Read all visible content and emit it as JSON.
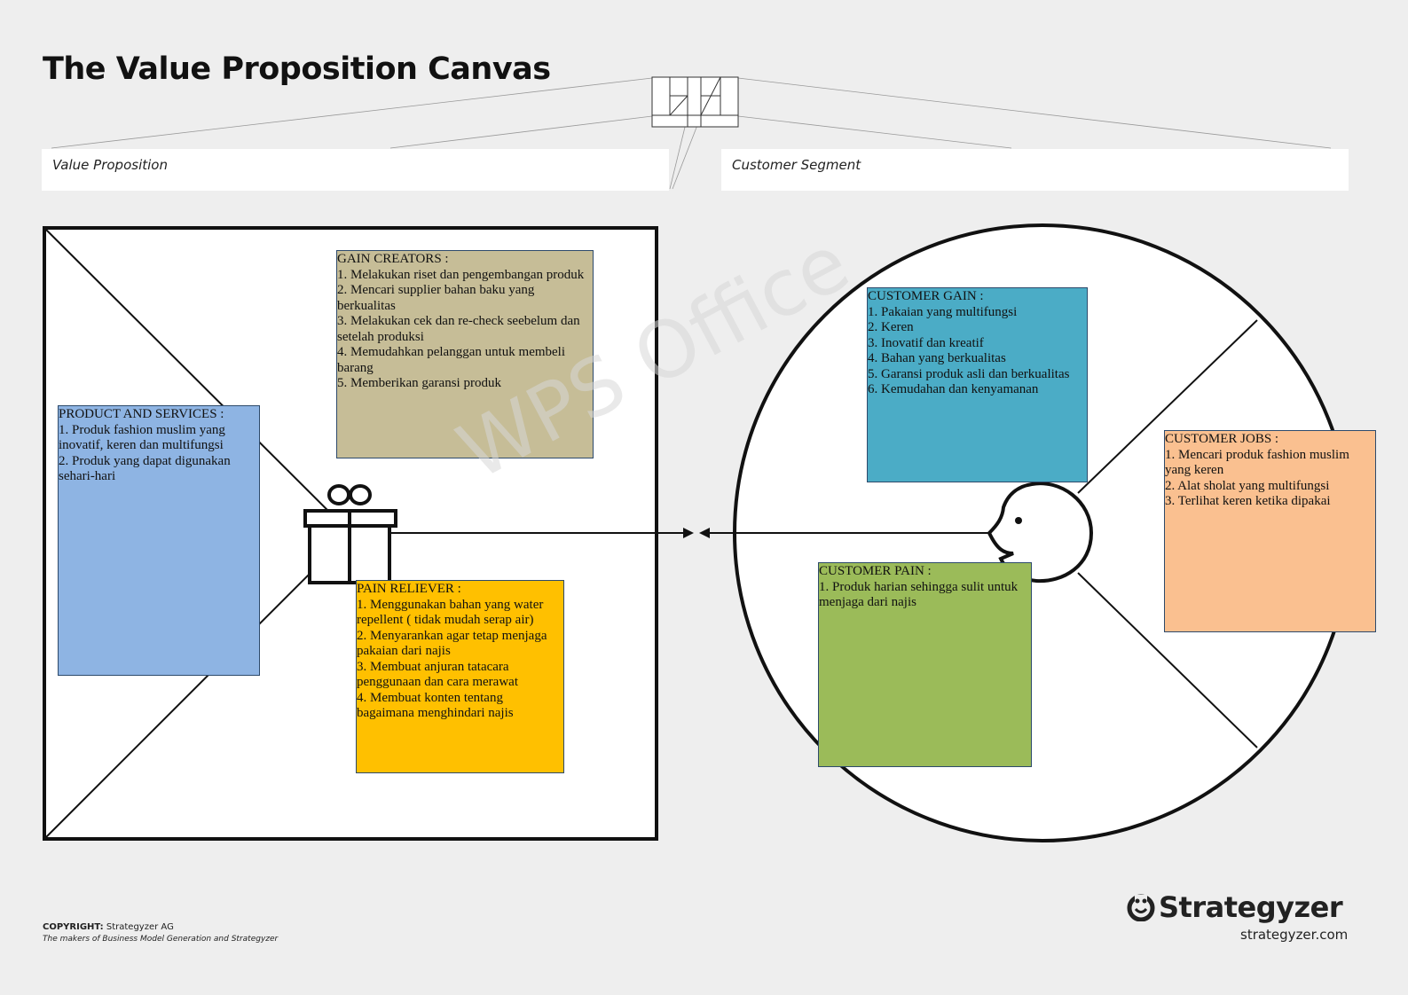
{
  "title": "The Value Proposition Canvas",
  "segments": {
    "value_proposition": "Value Proposition",
    "customer_segment": "Customer Segment"
  },
  "notes": {
    "gain_creators": {
      "heading": "GAIN CREATORS :",
      "items": [
        "1. Melakukan riset dan pengembangan produk",
        "2. Mencari supplier bahan baku yang berkualitas",
        "3. Melakukan cek dan re-check seebelum dan setelah produksi",
        "4. Memudahkan pelanggan untuk membeli barang",
        "5. Memberikan garansi produk"
      ]
    },
    "products_services": {
      "heading": "PRODUCT AND SERVICES :",
      "items": [
        "1. Produk fashion muslim yang inovatif, keren dan multifungsi",
        "2. Produk yang dapat digunakan sehari-hari"
      ]
    },
    "pain_relievers": {
      "heading": "PAIN RELIEVER :",
      "items": [
        "1. Menggunakan bahan yang water repellent ( tidak mudah serap air)",
        "2. Menyarankan agar tetap menjaga pakaian dari najis",
        "3. Membuat anjuran tatacara penggunaan dan cara merawat",
        "4. Membuat konten tentang bagaimana menghindari najis"
      ]
    },
    "customer_gain": {
      "heading": "CUSTOMER GAIN :",
      "items": [
        "1. Pakaian yang multifungsi",
        "2. Keren",
        "3. Inovatif dan kreatif",
        "4. Bahan yang berkualitas",
        "5. Garansi produk asli dan berkualitas",
        "6. Kemudahan dan kenyamanan"
      ]
    },
    "customer_pain": {
      "heading": "CUSTOMER PAIN :",
      "items": [
        "1. Produk harian sehingga sulit untuk menjaga dari najis"
      ]
    },
    "customer_jobs": {
      "heading": "CUSTOMER JOBS :",
      "items": [
        "1. Mencari produk fashion muslim yang keren",
        "2. Alat sholat yang multifungsi",
        "3. Terlihat keren ketika dipakai"
      ]
    }
  },
  "watermark": "WPS Office",
  "footer": {
    "copyright_label": "COPYRIGHT:",
    "copyright_holder": "Strategyzer AG",
    "tagline": "The makers of Business Model Generation and Strategyzer",
    "brand": "Strategyzer",
    "url": "strategyzer.com"
  },
  "icons": {
    "value_map": "gift-icon",
    "customer_profile": "customer-face-icon",
    "brand_logo": "strategyzer-logo-icon"
  }
}
